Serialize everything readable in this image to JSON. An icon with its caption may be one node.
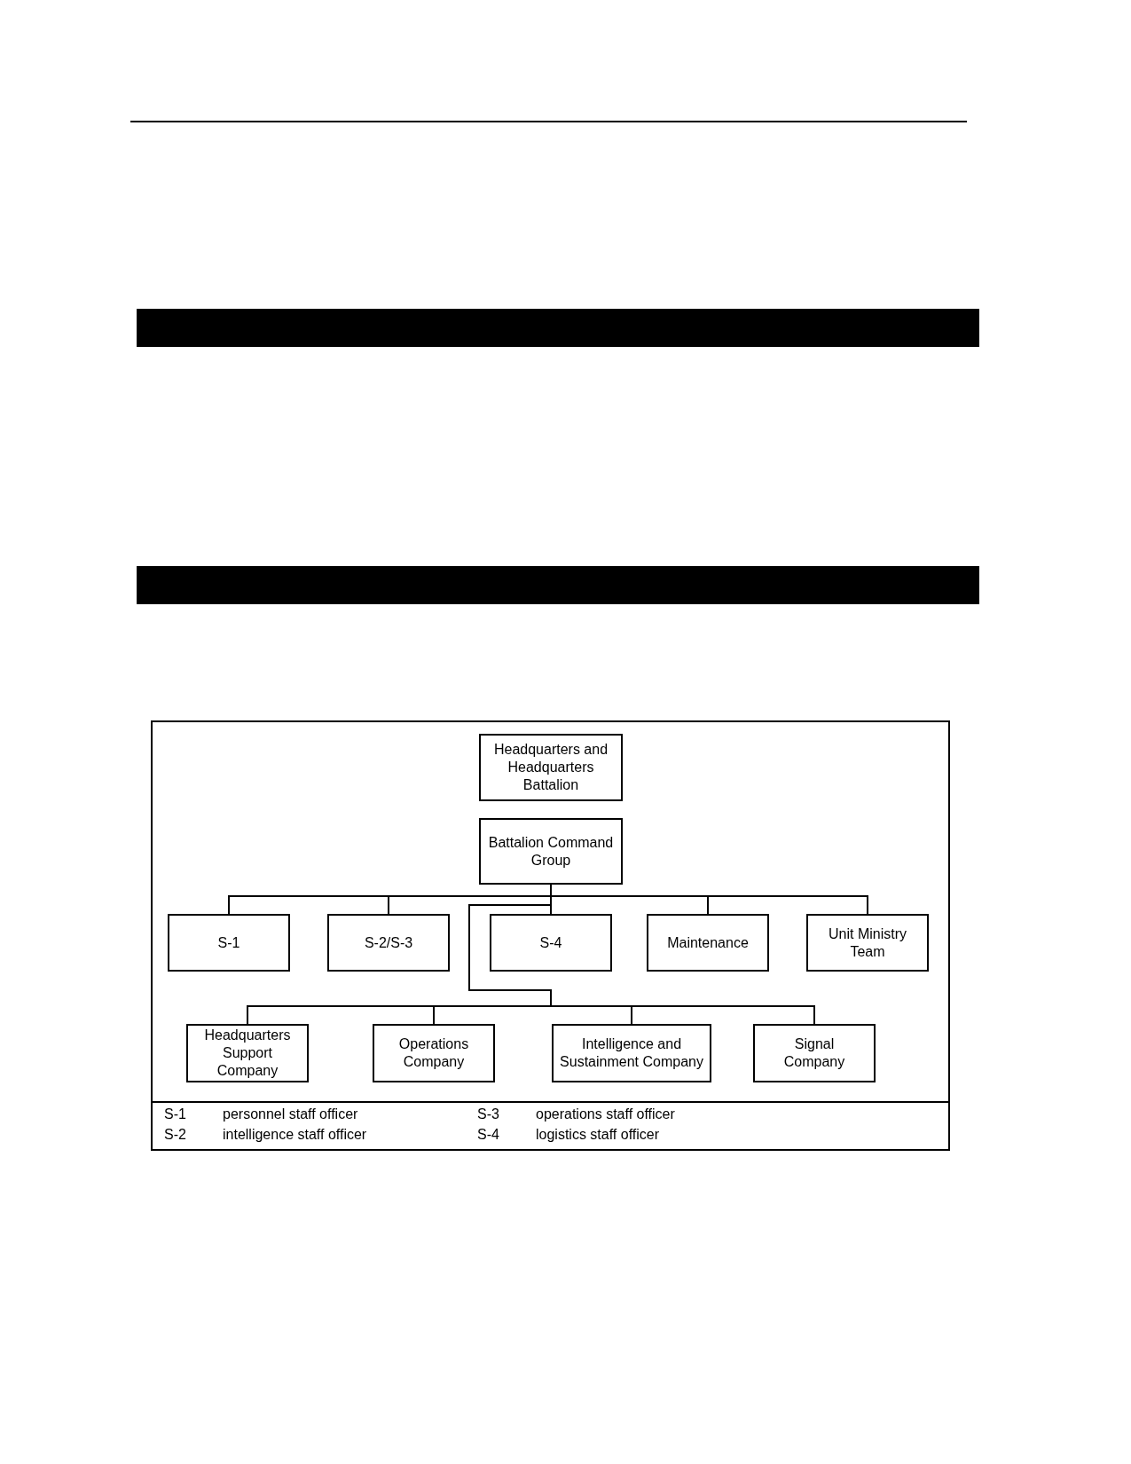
{
  "diagram": {
    "nodes": [
      {
        "text": [
          "Headquarters and Headquarters Battalion"
        ]
      },
      {
        "text": [
          "Battalion Command Group"
        ]
      },
      {
        "text": [
          "S-1"
        ]
      },
      {
        "text": [
          "S-2/S-3"
        ]
      },
      {
        "text": [
          "S-4"
        ]
      },
      {
        "text": [
          "Maintenance"
        ]
      },
      {
        "text": [
          "Unit Ministry Team"
        ]
      },
      {
        "text": [
          "Headquarters Support Company"
        ]
      },
      {
        "text": [
          "Operations Company"
        ]
      },
      {
        "text": [
          "Intelligence and Sustainment Company"
        ]
      },
      {
        "text": [
          "Signal Company"
        ]
      }
    ],
    "edges": [
      {
        "from": 1,
        "to": 2,
        "arrow": "none"
      },
      {
        "from": 1,
        "to": 3,
        "arrow": "none"
      },
      {
        "from": 1,
        "to": 4,
        "arrow": "none"
      },
      {
        "from": 1,
        "to": 5,
        "arrow": "none"
      },
      {
        "from": 1,
        "to": 6,
        "arrow": "none"
      },
      {
        "from": 1,
        "to": 7,
        "arrow": "none"
      },
      {
        "from": 1,
        "to": 8,
        "arrow": "none"
      },
      {
        "from": 1,
        "to": 9,
        "arrow": "none"
      },
      {
        "from": 1,
        "to": 10,
        "arrow": "none"
      }
    ],
    "labels": [
      "S-1",
      "personnel staff officer",
      "S-3",
      "operations staff officer",
      "S-2",
      "intelligence staff officer",
      "S-4",
      "logistics staff officer"
    ]
  }
}
